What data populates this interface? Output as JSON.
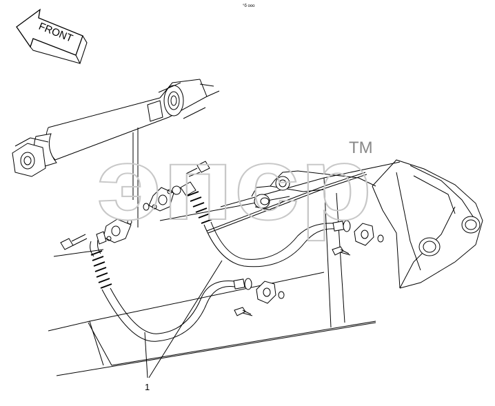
{
  "header": {
    "small_code": "°б ооо"
  },
  "front_arrow": {
    "label": "FRONT"
  },
  "watermark": {
    "text": "эпср",
    "trademark": "TM"
  },
  "callouts": [
    {
      "number": "1"
    }
  ],
  "colors": {
    "line": "#000000",
    "background": "#ffffff",
    "watermark_stroke": "#c8c8c8"
  }
}
